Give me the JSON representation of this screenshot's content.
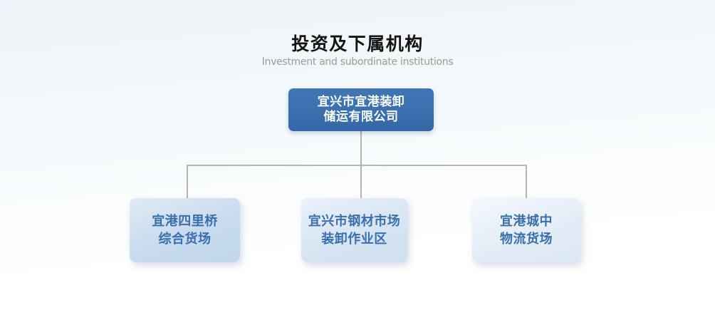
{
  "header": {
    "title": "投资及下属机构",
    "subtitle": "Investment and subordinate institutions"
  },
  "org_chart": {
    "root": {
      "name": "宜兴市宜港装卸储运有限公司",
      "line1": "宜兴市宜港装卸",
      "line2": "储运有限公司"
    },
    "children": [
      {
        "name": "宜港四里桥综合货场",
        "line1": "宜港四里桥",
        "line2": "综合货场"
      },
      {
        "name": "宜兴市钢材市场装卸作业区",
        "line1": "宜兴市钢材市场",
        "line2": "装卸作业区"
      },
      {
        "name": "宜港城中物流货场",
        "line1": "宜港城中",
        "line2": "物流货场"
      }
    ]
  },
  "colors": {
    "root_box_bg": "#3b70af",
    "root_box_text": "#ffffff",
    "child_box_text": "#3a6fae",
    "child_box_bg_light": "#e0eaf5",
    "child_box_bg_dark": "#c1d6ec",
    "connector": "#b5b5b5",
    "title_text": "#141414",
    "subtitle_text": "#9b9b9b",
    "page_bg_top": "#edf3f8",
    "page_bg_bottom": "#ffffff"
  }
}
